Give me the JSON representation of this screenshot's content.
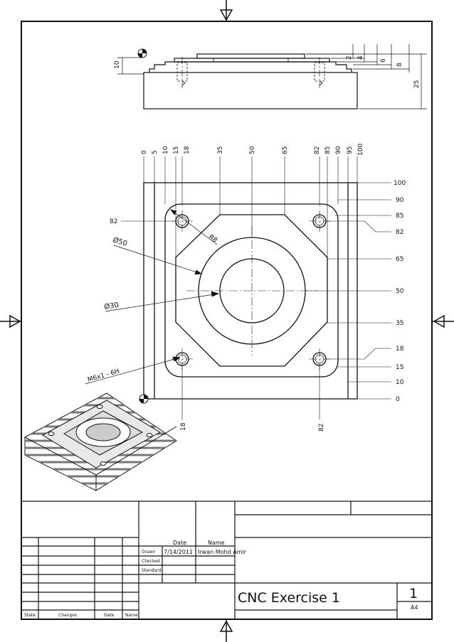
{
  "top_view": {
    "left_dim": "10",
    "right_dims": [
      "2",
      "4",
      "6",
      "8",
      "25"
    ]
  },
  "axes": {
    "x_ticks": [
      "0",
      "5",
      "10",
      "15",
      "18",
      "35",
      "50",
      "65",
      "82",
      "85",
      "90",
      "95",
      "100"
    ],
    "y_ticks": [
      "100",
      "90",
      "85",
      "82",
      "65",
      "50",
      "35",
      "18",
      "15",
      "10",
      "0"
    ],
    "bottom_labels": [
      "18",
      "82"
    ]
  },
  "annotations": {
    "left_82": "82",
    "radius": "R8",
    "dia_large": "Ø50",
    "dia_small": "Ø30",
    "thread": "M6x1 - 6H"
  },
  "title_block": {
    "date_header": "Date",
    "name_header": "Name",
    "rows": [
      {
        "role": "Drawn",
        "date": "7/14/2011",
        "name": "Irwan Mohd Amir"
      },
      {
        "role": "Checked",
        "date": "",
        "name": ""
      },
      {
        "role": "Standard",
        "date": "",
        "name": ""
      }
    ],
    "revision_headers": [
      "State",
      "Changes",
      "Date",
      "Name"
    ],
    "title": "CNC Exercise 1",
    "sheet_number": "1",
    "paper_size": "A4"
  }
}
